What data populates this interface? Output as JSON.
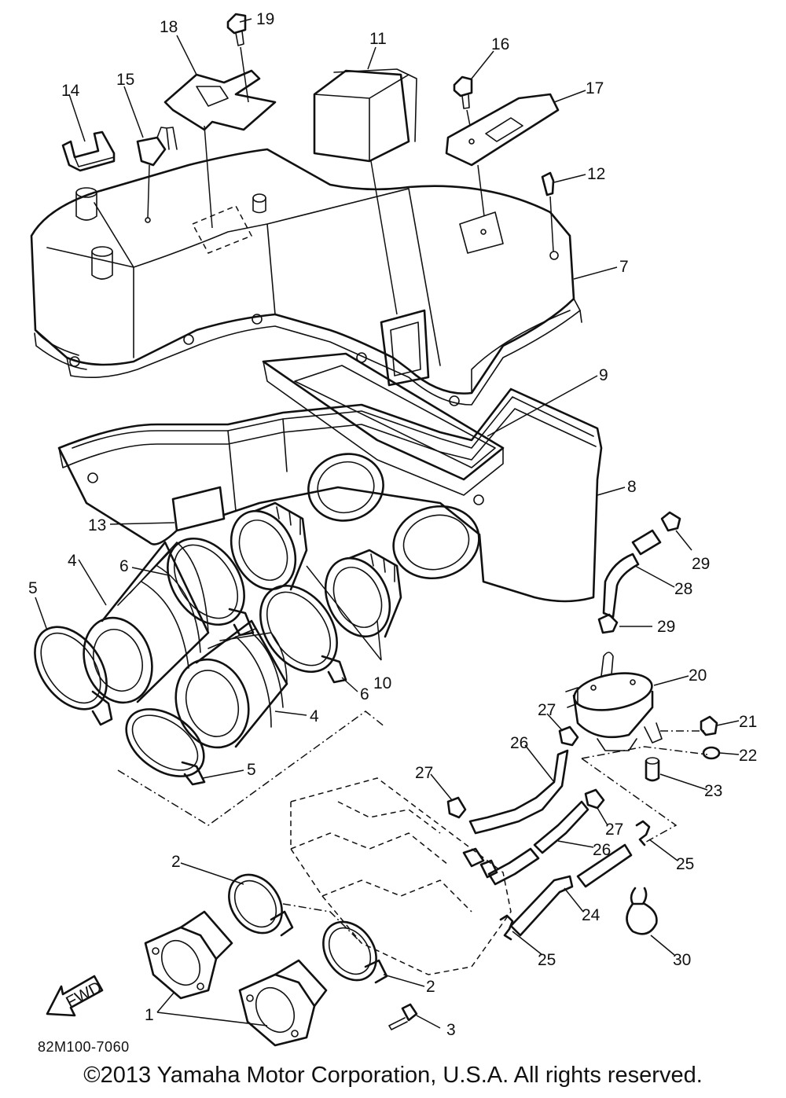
{
  "diagram": {
    "callouts": [
      {
        "id": "c1",
        "text": "1"
      },
      {
        "id": "c2a",
        "text": "2"
      },
      {
        "id": "c2b",
        "text": "2"
      },
      {
        "id": "c3",
        "text": "3"
      },
      {
        "id": "c4a",
        "text": "4"
      },
      {
        "id": "c4b",
        "text": "4"
      },
      {
        "id": "c5a",
        "text": "5"
      },
      {
        "id": "c5b",
        "text": "5"
      },
      {
        "id": "c6a",
        "text": "6"
      },
      {
        "id": "c6b",
        "text": "6"
      },
      {
        "id": "c7",
        "text": "7"
      },
      {
        "id": "c8",
        "text": "8"
      },
      {
        "id": "c9",
        "text": "9"
      },
      {
        "id": "c10",
        "text": "10"
      },
      {
        "id": "c11",
        "text": "11"
      },
      {
        "id": "c12",
        "text": "12"
      },
      {
        "id": "c13",
        "text": "13"
      },
      {
        "id": "c14",
        "text": "14"
      },
      {
        "id": "c15",
        "text": "15"
      },
      {
        "id": "c16",
        "text": "16"
      },
      {
        "id": "c17",
        "text": "17"
      },
      {
        "id": "c18",
        "text": "18"
      },
      {
        "id": "c19",
        "text": "19"
      },
      {
        "id": "c20",
        "text": "20"
      },
      {
        "id": "c21",
        "text": "21"
      },
      {
        "id": "c22",
        "text": "22"
      },
      {
        "id": "c23",
        "text": "23"
      },
      {
        "id": "c24",
        "text": "24"
      },
      {
        "id": "c25a",
        "text": "25"
      },
      {
        "id": "c25b",
        "text": "25"
      },
      {
        "id": "c26a",
        "text": "26"
      },
      {
        "id": "c26b",
        "text": "26"
      },
      {
        "id": "c27a",
        "text": "27"
      },
      {
        "id": "c27b",
        "text": "27"
      },
      {
        "id": "c27c",
        "text": "27"
      },
      {
        "id": "c28",
        "text": "28"
      },
      {
        "id": "c29a",
        "text": "29"
      },
      {
        "id": "c29b",
        "text": "29"
      },
      {
        "id": "c30",
        "text": "30"
      }
    ],
    "fwd_label": "FWD",
    "code": "82M100-7060",
    "copyright": "©2013 Yamaha Motor Corporation, U.S.A. All rights reserved."
  }
}
